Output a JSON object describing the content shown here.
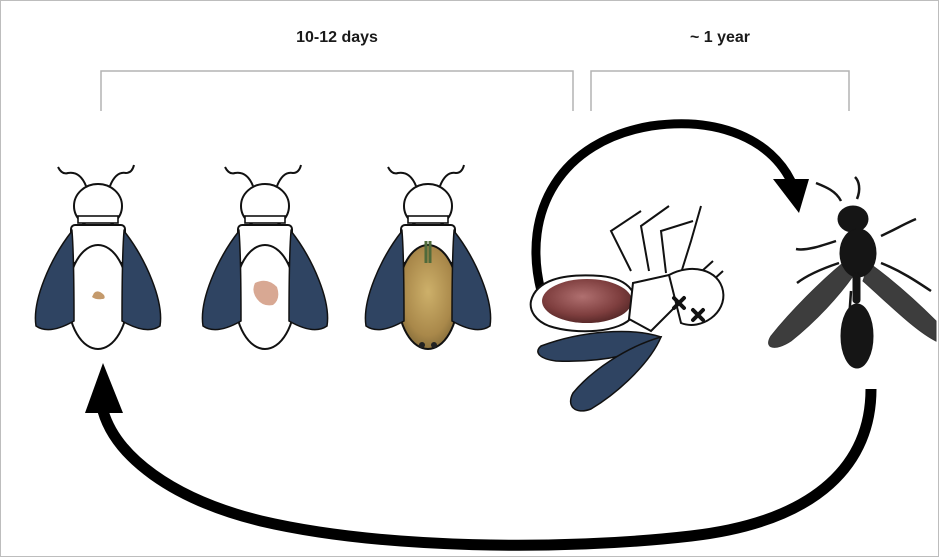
{
  "labels": {
    "development_duration": "10-12 days",
    "adult_duration": "~ 1 year"
  },
  "colors": {
    "wing": "#2f4462",
    "outline": "#111111",
    "bracket": "#b3b3b3",
    "egg": "#c49a6c",
    "larva": "#d8a893",
    "pupa": "#b89a55",
    "host_abdomen": "#8a4a48",
    "wasp": "#151515"
  },
  "stages": [
    {
      "name": "host-with-egg",
      "icon": "bee-with-egg"
    },
    {
      "name": "host-with-larva",
      "icon": "bee-with-larva"
    },
    {
      "name": "host-with-pupa",
      "icon": "bee-with-pupa"
    },
    {
      "name": "dead-host",
      "icon": "dead-bee-marked-x"
    },
    {
      "name": "adult-parasitoid",
      "icon": "wasp-silhouette"
    }
  ]
}
